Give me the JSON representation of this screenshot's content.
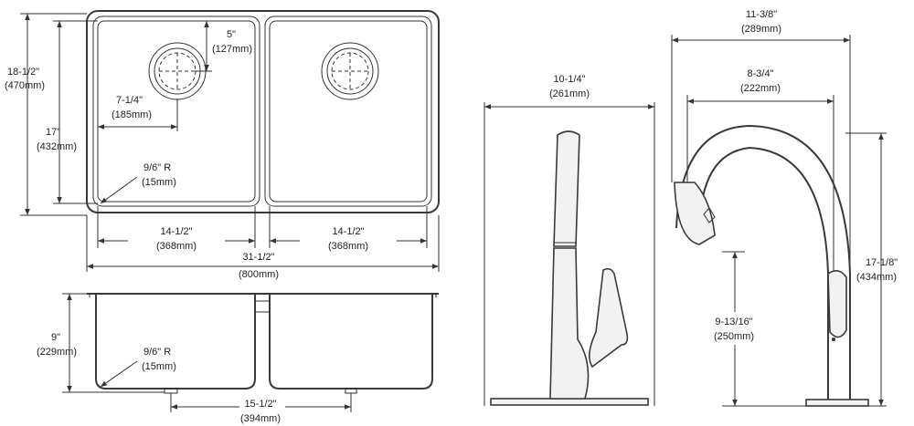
{
  "sink_top": {
    "overall_height": [
      "18-1/2\"",
      "(470mm)"
    ],
    "bowl_height": [
      "17\"",
      "(432mm)"
    ],
    "drain_offset_y": [
      "5\"",
      "(127mm)"
    ],
    "drain_offset_x": [
      "7-1/4\"",
      "(185mm)"
    ],
    "corner_radius": [
      "9/6\" R",
      "(15mm)"
    ],
    "left_bowl_width": [
      "14-1/2\"",
      "(368mm)"
    ],
    "right_bowl_width": [
      "14-1/2\"",
      "(368mm)"
    ],
    "overall_width": [
      "31-1/2\"",
      "(800mm)"
    ]
  },
  "sink_side": {
    "depth": [
      "9\"",
      "(229mm)"
    ],
    "corner_radius": [
      "9/6\" R",
      "(15mm)"
    ],
    "drain_spacing": [
      "15-1/2\"",
      "(394mm)"
    ]
  },
  "faucet_front": {
    "base_width": [
      "10-1/4\"",
      "(261mm)"
    ]
  },
  "faucet_side": {
    "overall_reach": [
      "11-3/8\"",
      "(289mm)"
    ],
    "spout_reach": [
      "8-3/4\"",
      "(222mm)"
    ],
    "overall_height": [
      "17-1/8\"",
      "(434mm)"
    ],
    "spout_clearance": [
      "9-13/16\"",
      "(250mm)"
    ]
  },
  "colors": {
    "line": "#333333",
    "text": "#222222",
    "background": "#ffffff"
  }
}
